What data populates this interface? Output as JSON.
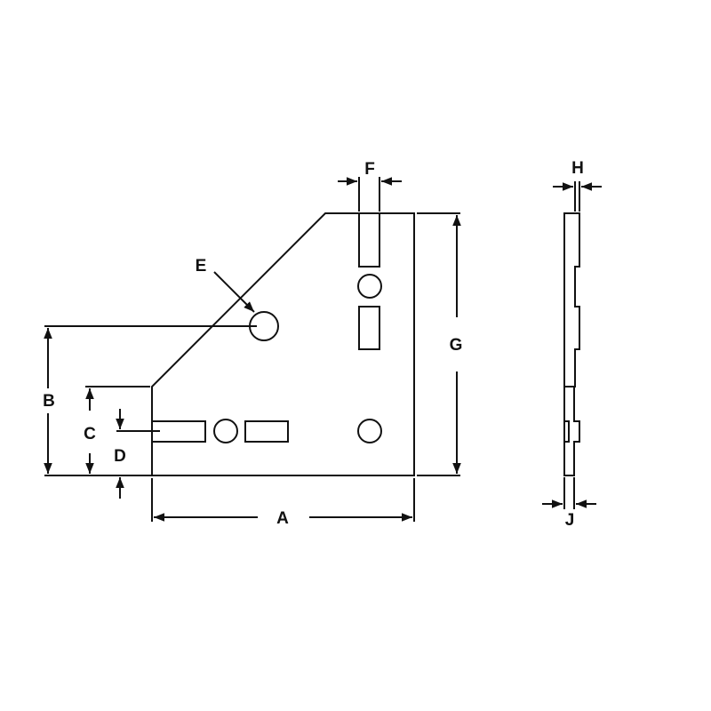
{
  "diagram": {
    "labels": {
      "A": "A",
      "B": "B",
      "C": "C",
      "D": "D",
      "E": "E",
      "F": "F",
      "G": "G",
      "H": "H",
      "J": "J"
    },
    "colors": {
      "line": "#111111",
      "background": "#ffffff"
    }
  }
}
